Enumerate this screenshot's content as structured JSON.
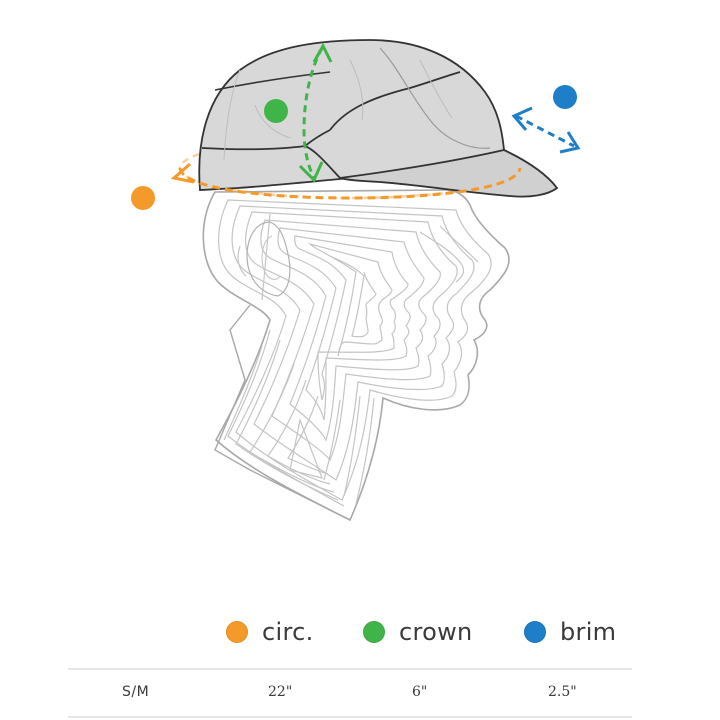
{
  "colors": {
    "circumference": "#f39a2b",
    "crown": "#3fb549",
    "brim": "#1f7ec8",
    "cap_fill": "#d6d6d6",
    "cap_stroke": "#333333",
    "head_stroke": "#a8a8a8"
  },
  "legend": [
    {
      "key": "circumference",
      "label": "circ.",
      "color": "#f39a2b"
    },
    {
      "key": "crown",
      "label": "crown",
      "color": "#3fb549"
    },
    {
      "key": "brim",
      "label": "brim",
      "color": "#1f7ec8"
    }
  ],
  "size_table": {
    "rows": [
      {
        "size": "S/M",
        "circumference": "22\"",
        "crown": "6\"",
        "brim": "2.5\""
      }
    ]
  }
}
